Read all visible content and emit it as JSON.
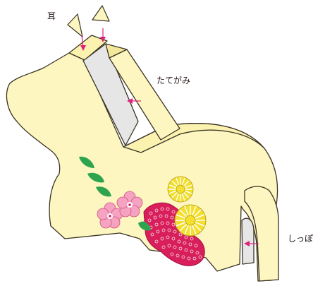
{
  "labels": {
    "ear": "耳",
    "mane": "たてがみ",
    "tail": "しっぽ"
  },
  "colors": {
    "body_fill": "#fdf6c0",
    "outline": "#3a3324",
    "slot": "#e6e6e6",
    "arrow": "#e0207a",
    "pattern": "#d81e5b",
    "flower_pink": "#f5a3c0",
    "chrysanthemum": "#f2df2e",
    "leaf": "#2ea44f"
  }
}
